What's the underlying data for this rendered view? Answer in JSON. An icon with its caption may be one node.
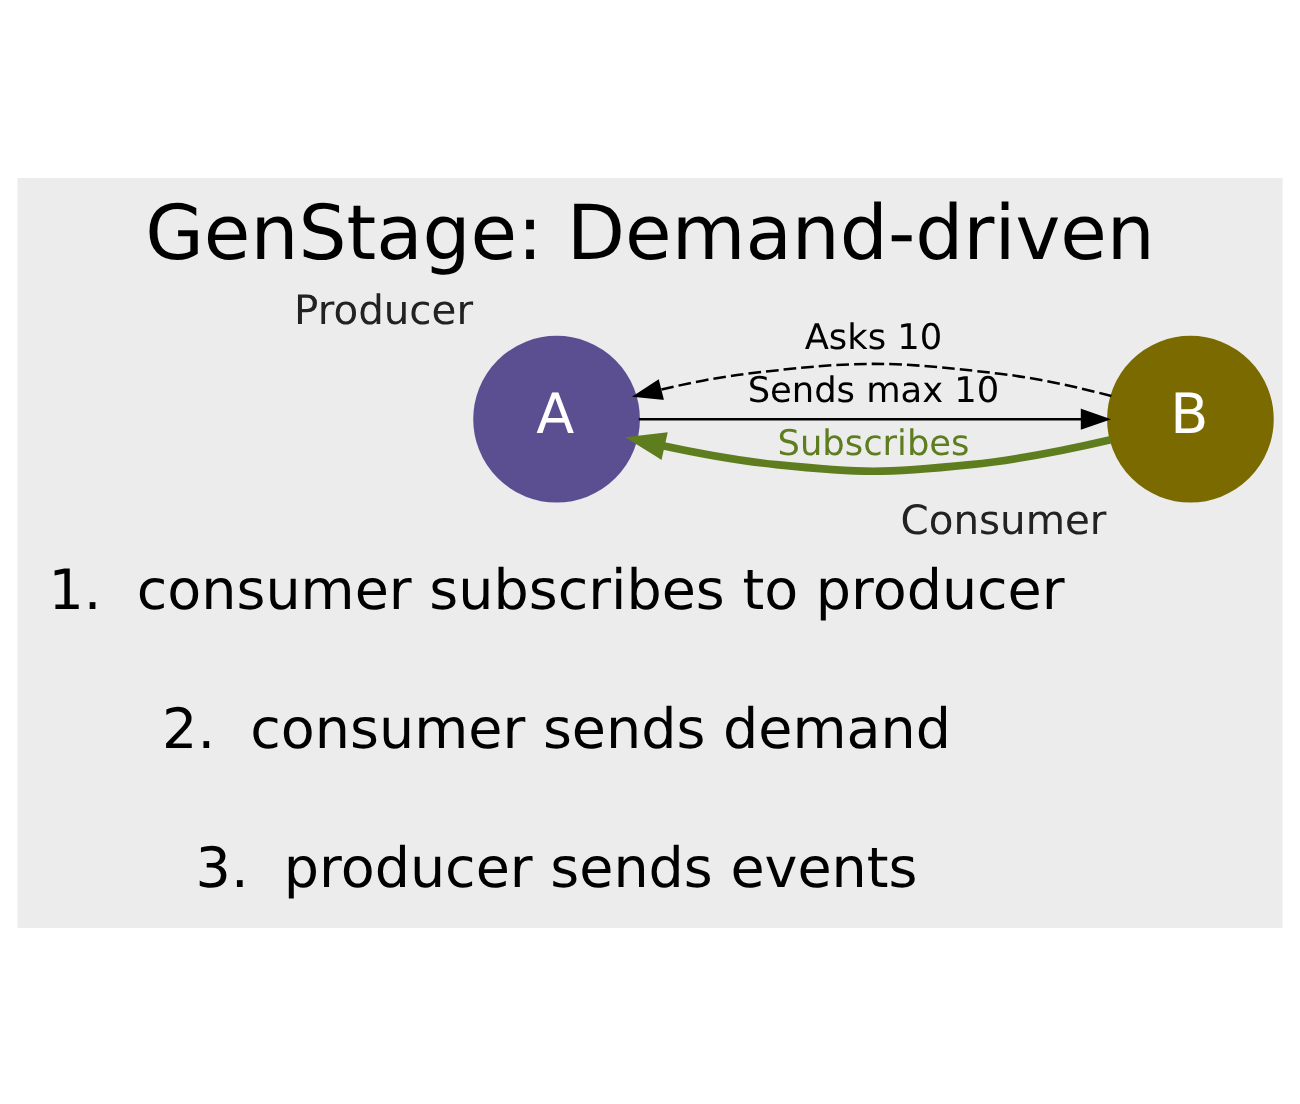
{
  "diagram": {
    "title": "GenStage: Demand-driven",
    "nodes": [
      {
        "text": [
          "A"
        ],
        "beside": [
          "Producer"
        ]
      },
      {
        "text": [
          "B"
        ],
        "beside": [
          "Consumer"
        ]
      }
    ],
    "edges": [
      {
        "from": 1,
        "to": 0,
        "arrow": "to",
        "label": "Subscribes",
        "style": "thick",
        "color": "#5e7d1e"
      },
      {
        "from": 1,
        "to": 0,
        "arrow": "to",
        "label": "Asks 10",
        "style": "dashed"
      },
      {
        "from": 0,
        "to": 1,
        "arrow": "to",
        "label": "Sends max 10"
      }
    ],
    "labels": [
      "1.  consumer subscribes to producer",
      "2.  consumer sends demand",
      "3.  producer sends events"
    ]
  }
}
